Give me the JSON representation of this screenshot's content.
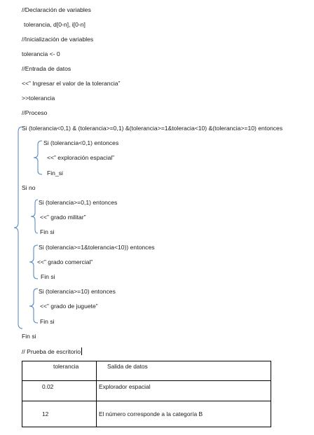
{
  "lines": {
    "l1": "//Declaración de variables",
    "l2": "tolerancia, d[0-n], i[0-n]",
    "l3": "//Inicialización de variables",
    "l4": "tolerancia <- 0",
    "l5": "//Entrada de datos",
    "l6": "<<” Ingresar el valor de la tolerancia”",
    "l7": ">>tolerancia",
    "l8": "//Proceso",
    "l9": "Si (tolerancia<0,1) & (tolerancia>=0,1) &(tolerancia>=1&toleracia<10) &(tolerancia>=10) entonces",
    "l10": "Si (tolerancia<0,1) entonces",
    "l11": "<<” exploración espacial”",
    "l12": "Fin_si",
    "l13": "Si no",
    "l14": "Si (tolerancia>=0,1) entonces",
    "l15": "<<” grado militar”",
    "l16": "Fin si",
    "l17": "Si (tolerancia>=1&tolerancia<10)) entonces",
    "l18": "<<” grado comercial”",
    "l19": "Fin si",
    "l20": "Si (tolerancia>=10) entonces",
    "l21": "<<” grado de juguete”",
    "l22": "Fin si",
    "l23": "Fin si",
    "l24": "// Prueba de escritorio"
  },
  "table": {
    "headers": [
      "tolerancia",
      "Salida de datos"
    ],
    "rows": [
      [
        "0.02",
        "Explorador espacial"
      ],
      [
        "12",
        "El número corresponde a la categoría B"
      ]
    ]
  }
}
